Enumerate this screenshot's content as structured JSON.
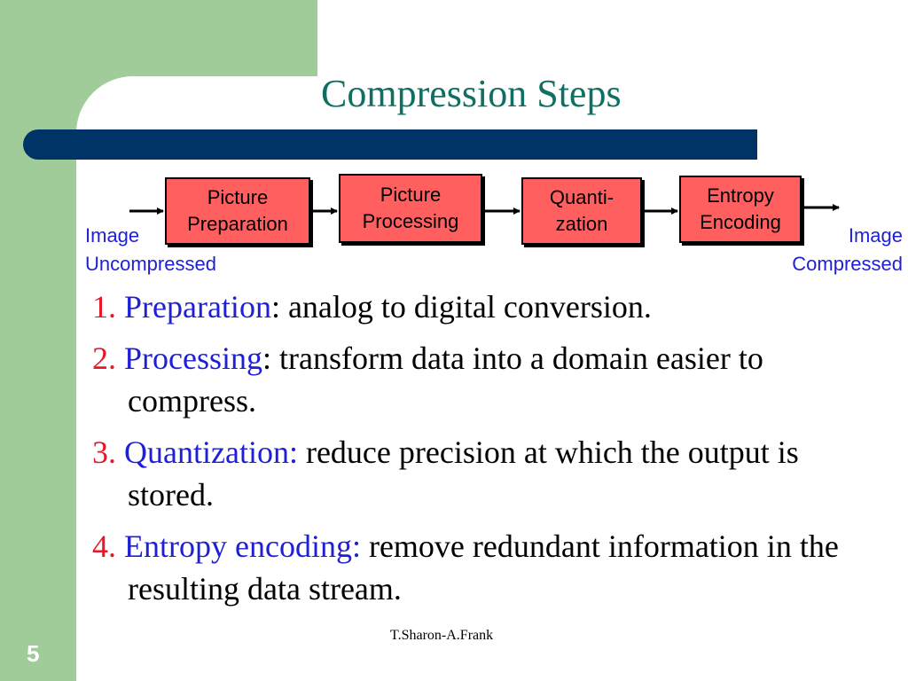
{
  "slide": {
    "title": "Compression Steps",
    "footer": "T.Sharon-A.Frank",
    "page_number": "5"
  },
  "diagram": {
    "input_label": [
      "Image",
      "Uncompressed"
    ],
    "output_label": [
      "Image",
      "Compressed"
    ],
    "steps": [
      {
        "lines": [
          "Picture",
          "Preparation"
        ]
      },
      {
        "lines": [
          "Picture",
          "Processing"
        ]
      },
      {
        "lines": [
          "Quanti-",
          "zation"
        ]
      },
      {
        "lines": [
          "Entropy",
          "Encoding"
        ]
      }
    ]
  },
  "items": [
    {
      "num": "1.",
      "term": "Preparation",
      "sep": ":",
      "text": " analog to digital conversion."
    },
    {
      "num": "2.",
      "term": "Processing",
      "sep": ":",
      "text": " transform data into a domain easier to compress."
    },
    {
      "num": "3.",
      "term": "Quantization:",
      "sep": "",
      "text": " reduce precision at which the output is stored."
    },
    {
      "num": "4.",
      "term": "Entropy encoding:",
      "sep": "",
      "text": " remove redundant information in the resulting data stream."
    }
  ],
  "colors": {
    "title": "#0f6f63",
    "frame_green": "#9fcc99",
    "bar_blue": "#003366",
    "box_fill": "#ff5f5f",
    "number_red": "#e8172a",
    "term_blue": "#1f1fd6"
  }
}
